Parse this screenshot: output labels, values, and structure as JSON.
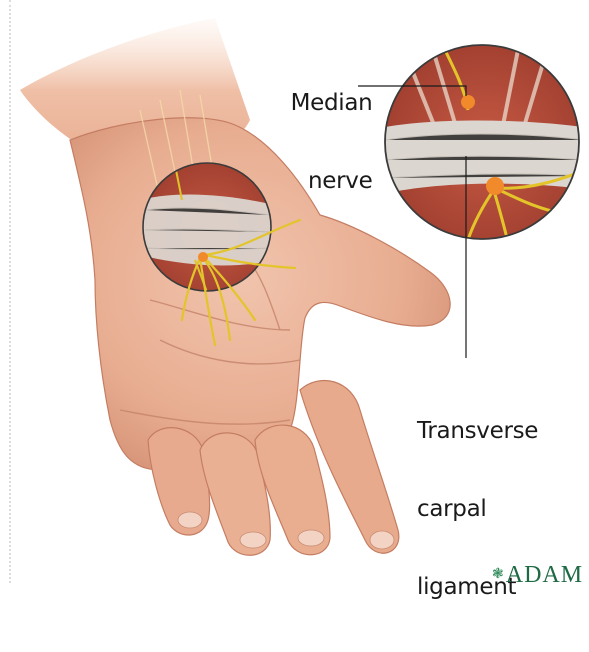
{
  "labels": {
    "median_nerve_line1": "Median",
    "median_nerve_line2": "nerve",
    "ligament_line1": "Transverse",
    "ligament_line2": "carpal",
    "ligament_line3": "ligament"
  },
  "logo": {
    "text": "ADAM"
  },
  "colors": {
    "skin": "#e9b196",
    "skin_shadow": "#c98468",
    "nerve": "#e3c52a",
    "ligament": "#d9d4cf",
    "muscle": "#b64a3a",
    "logo": "#1e6a45"
  }
}
